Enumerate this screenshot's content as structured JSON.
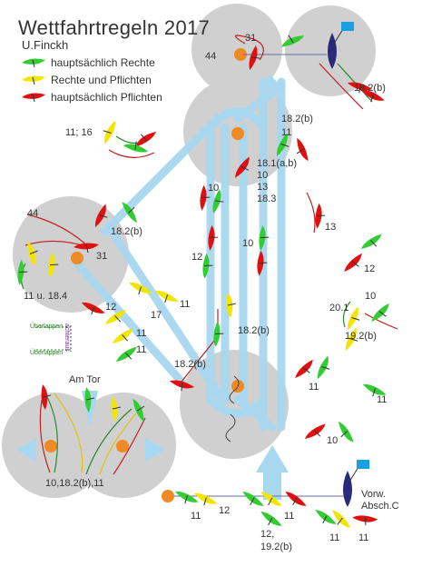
{
  "title": "Wettfahrtregeln 2017",
  "author": "U.Finckh",
  "legend": [
    {
      "label": "hauptsächlich Rechte",
      "color": "#33cc33"
    },
    {
      "label": "Rechte und Pflichten",
      "color": "#f2e600"
    },
    {
      "label": "hauptsächlich Pflichten",
      "color": "#e01010"
    }
  ],
  "colors": {
    "zone": "#d0d0d0",
    "course": "#a8d8f0",
    "mark": "#f08a24",
    "committee_boat": "#2a2a7a",
    "flag": "#1aa0e0"
  },
  "labels": {
    "l44_top": "44",
    "l31_top": "31",
    "l18_2b_topright": "18.2(b)",
    "l18_2b_center": "18.2(b)",
    "l11_center": "11",
    "l18_1ab": "18.1(a,b)",
    "l10_a": "10",
    "l13_a": "13",
    "l18_3": "18.3",
    "l11_16": "11; 16",
    "l44_left": "44",
    "l18_2b_left": "18.2(b)",
    "l31_left": "31",
    "l11u18_4": "11 u. 18.4",
    "l10_b": "10",
    "l12_a": "12",
    "l10_c": "10",
    "l13_b": "13",
    "l12_b": "12",
    "l12_c": "12",
    "l17": "17",
    "l11_d": "11",
    "l11_e": "11",
    "l11_f": "11",
    "l20_1": "20.1",
    "l10_d": "10",
    "l19_2b_right": "19.2(b)",
    "l18_2b_lower": "18.2(b)",
    "l18_2b_lowerleft": "18.2(b)",
    "l11_g": "11",
    "l11_h": "11",
    "l10_e": "10",
    "am_tor": "Am Tor",
    "gate_rules": "10,18.2(b),11",
    "overlap_top": "Überlappen",
    "overlap_bottom": "Überlappen",
    "behind": "achteraus",
    "l11_i": "11",
    "l12_d": "12",
    "l11_j": "11",
    "l12_19_2b_a": "12,",
    "l12_19_2b_b": "19.2(b)",
    "l11_k": "11",
    "l11_l": "11",
    "vorw_a": "Vorw.",
    "vorw_b": "Absch.C"
  }
}
